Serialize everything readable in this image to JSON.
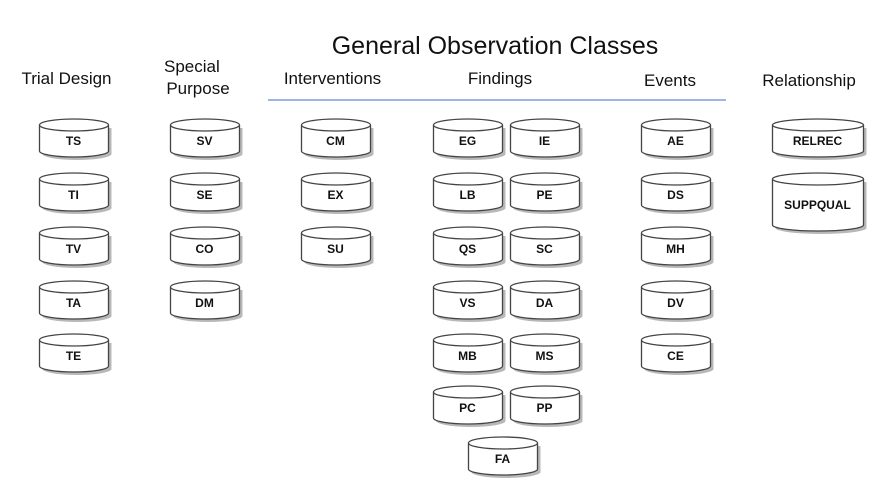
{
  "title": "General Observation Classes",
  "columns": {
    "trial_design": {
      "label": "Trial Design",
      "domains": [
        "TS",
        "TI",
        "TV",
        "TA",
        "TE"
      ]
    },
    "special_purpose": {
      "label_line1": "Special",
      "label_line2": "Purpose",
      "domains": [
        "SV",
        "SE",
        "CO",
        "DM"
      ]
    },
    "interventions": {
      "label": "Interventions",
      "domains": [
        "CM",
        "EX",
        "SU"
      ]
    },
    "findings": {
      "label": "Findings",
      "domains": [
        "EG",
        "IE",
        "LB",
        "PE",
        "QS",
        "SC",
        "VS",
        "DA",
        "MB",
        "MS",
        "PC",
        "PP",
        "FA"
      ]
    },
    "events": {
      "label": "Events",
      "domains": [
        "AE",
        "DS",
        "MH",
        "DV",
        "CE"
      ]
    },
    "relationship": {
      "label": "Relationship",
      "domains": [
        "RELREC",
        "SUPPQUAL"
      ]
    }
  },
  "colors": {
    "rule": "#9fb5ea",
    "cylinder_fill": "#ffffff",
    "cylinder_stroke": "#444444",
    "cylinder_shadow": "#b8b8b8"
  }
}
